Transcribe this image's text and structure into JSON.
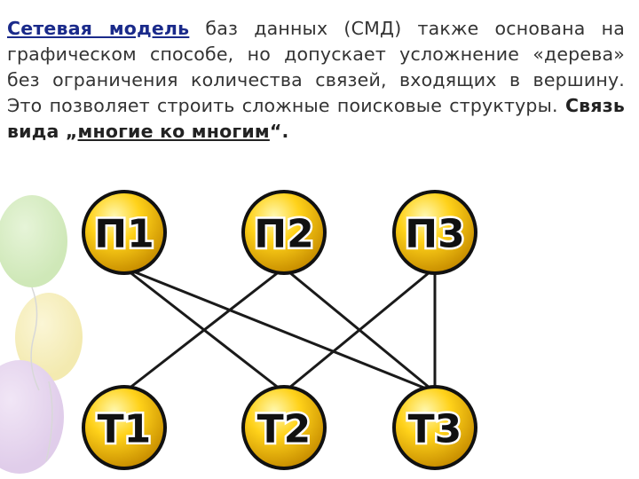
{
  "text": {
    "term": "Сетевая модель",
    "part1": " баз данных (СМД) также основана на графическом способе, но допускает усложнение «дерева» без ограничения количества связей, входящих в вершину. Это позволяет строить сложные поисковые структуры. ",
    "bold_intro": "Связь вида „",
    "bold_underlined": "многие ко многим",
    "bold_end": "“."
  },
  "diagram": {
    "top_nodes": [
      "П1",
      "П2",
      "П3"
    ],
    "bottom_nodes": [
      "Т1",
      "Т2",
      "Т3"
    ],
    "edges": [
      [
        "П1",
        "Т2"
      ],
      [
        "П1",
        "Т3"
      ],
      [
        "П2",
        "Т1"
      ],
      [
        "П2",
        "Т3"
      ],
      [
        "П3",
        "Т2"
      ],
      [
        "П3",
        "Т3"
      ]
    ],
    "node_color": "#f5c400",
    "edge_color": "#1a1a1a"
  }
}
